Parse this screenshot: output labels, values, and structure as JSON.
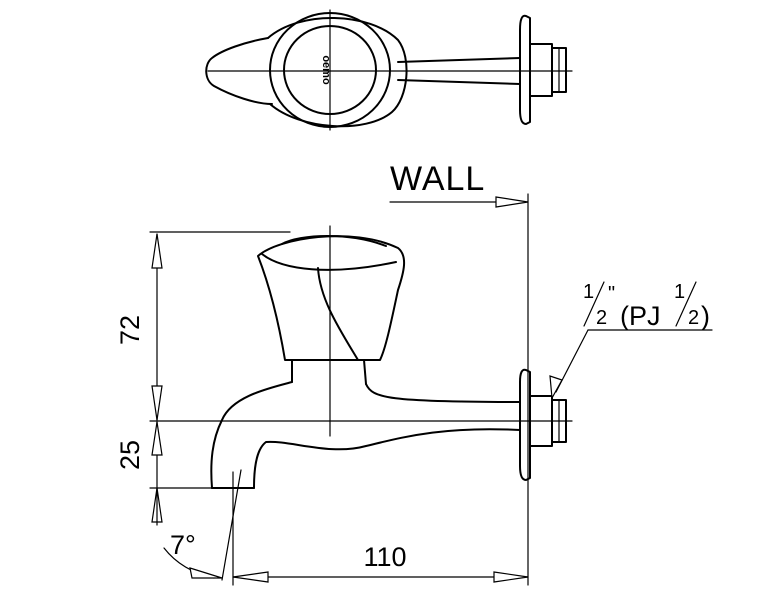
{
  "brand_mark": "oemo",
  "wall_label": "WALL",
  "dimensions": {
    "height_top": "72",
    "height_bottom": "25",
    "length": "110",
    "angle": "7°"
  },
  "thread": {
    "size_num": "1",
    "size_den": "2",
    "inch_mark": "\"",
    "spec_open": "(PJ",
    "spec_num": "1",
    "spec_den": "2",
    "spec_close": ")"
  }
}
